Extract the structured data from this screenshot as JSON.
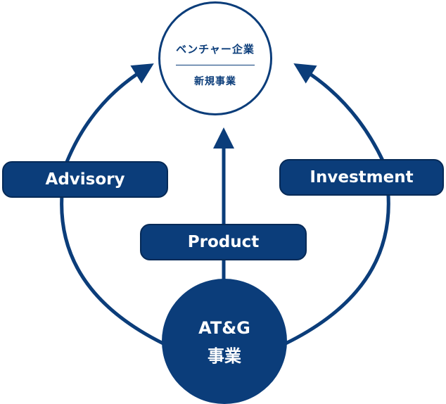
{
  "top_node": {
    "line1": "ベンチャー企業",
    "line2": "新規事業"
  },
  "bottom_node": {
    "line1": "AT&G",
    "line2": "事業"
  },
  "labels": {
    "advisory": "Advisory",
    "product": "Product",
    "investment": "Investment"
  },
  "colors": {
    "primary": "#0b3d7a",
    "pill_border": "#062a57",
    "background": "#ffffff",
    "text_on_dark": "#ffffff"
  }
}
